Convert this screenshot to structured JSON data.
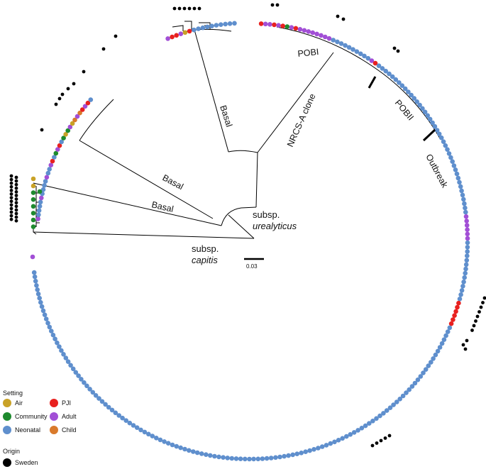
{
  "clade_labels": {
    "pobi": "POBI",
    "nrcs": "NRCS-A clone",
    "pobii": "POBII",
    "outbreak": "Outbreak",
    "basal1": "Basal",
    "basal2": "Basal",
    "basal3": "Basal",
    "subsp_urea_1": "subsp.",
    "subsp_urea_2": "urealyticus",
    "subsp_cap_1": "subsp.",
    "subsp_cap_2": "capitis"
  },
  "scale_bar": {
    "label": "0.03"
  },
  "legend": {
    "setting_title": "Setting",
    "origin_title": "Origin",
    "items": [
      {
        "label": "Air",
        "color": "#c9a227"
      },
      {
        "label": "PJI",
        "color": "#e8211f"
      },
      {
        "label": "Community",
        "color": "#1e8a2e"
      },
      {
        "label": "Adult",
        "color": "#a24fd6"
      },
      {
        "label": "Neonatal",
        "color": "#5f8fcd"
      },
      {
        "label": "Child",
        "color": "#d97a2b"
      }
    ],
    "origin_item": {
      "label": "Sweden",
      "color": "#000000"
    }
  },
  "colors": {
    "air": "#c9a227",
    "pji": "#e8211f",
    "community": "#1e8a2e",
    "adult": "#a24fd6",
    "neonatal": "#5f8fcd",
    "child": "#d97a2b",
    "sweden": "#000000"
  }
}
